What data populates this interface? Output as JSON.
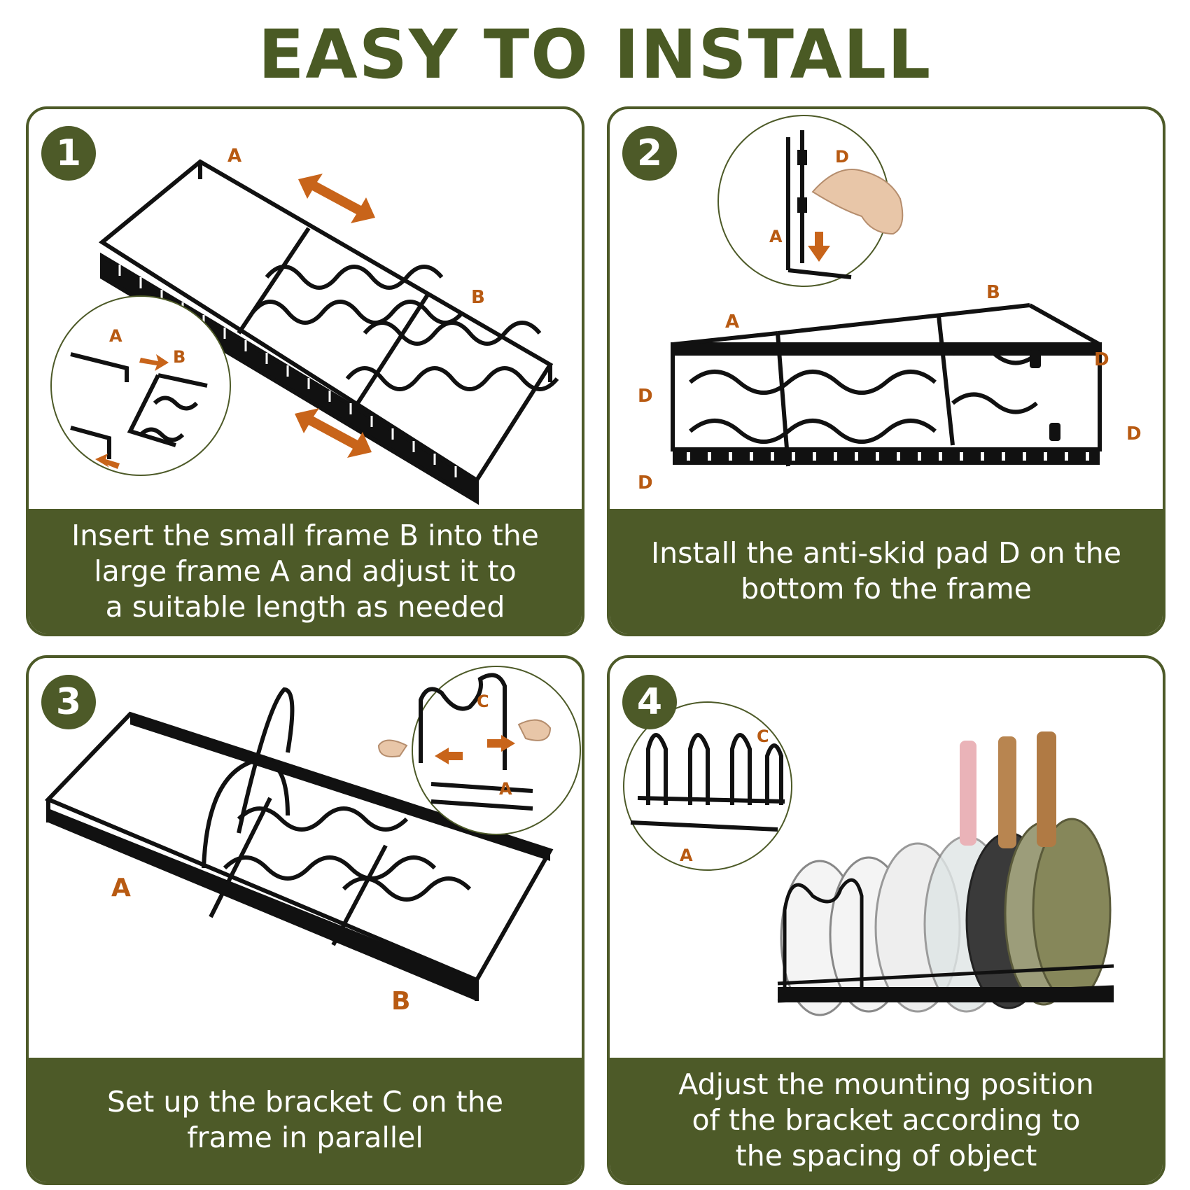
{
  "title": "EASY TO INSTALL",
  "colors": {
    "green": "#4d5a28",
    "orange": "#c8641a",
    "label": "#b85a12",
    "rack": "#111111"
  },
  "steps": [
    {
      "number": "1",
      "caption": "Insert the small frame B into the\nlarge frame A and adjust it to\na suitable length as needed",
      "labels": [
        "A",
        "B",
        "A",
        "B"
      ]
    },
    {
      "number": "2",
      "caption": "Install the anti-skid pad D on the\nbottom fo the frame",
      "labels": [
        "D",
        "A",
        "A",
        "B",
        "D",
        "D",
        "D",
        "D"
      ]
    },
    {
      "number": "3",
      "caption": "Set up the bracket C on the\nframe in parallel",
      "labels": [
        "C",
        "A",
        "A",
        "B"
      ]
    },
    {
      "number": "4",
      "caption": "Adjust the mounting position\nof the bracket according to\nthe spacing of object",
      "labels": [
        "C",
        "A"
      ]
    }
  ]
}
